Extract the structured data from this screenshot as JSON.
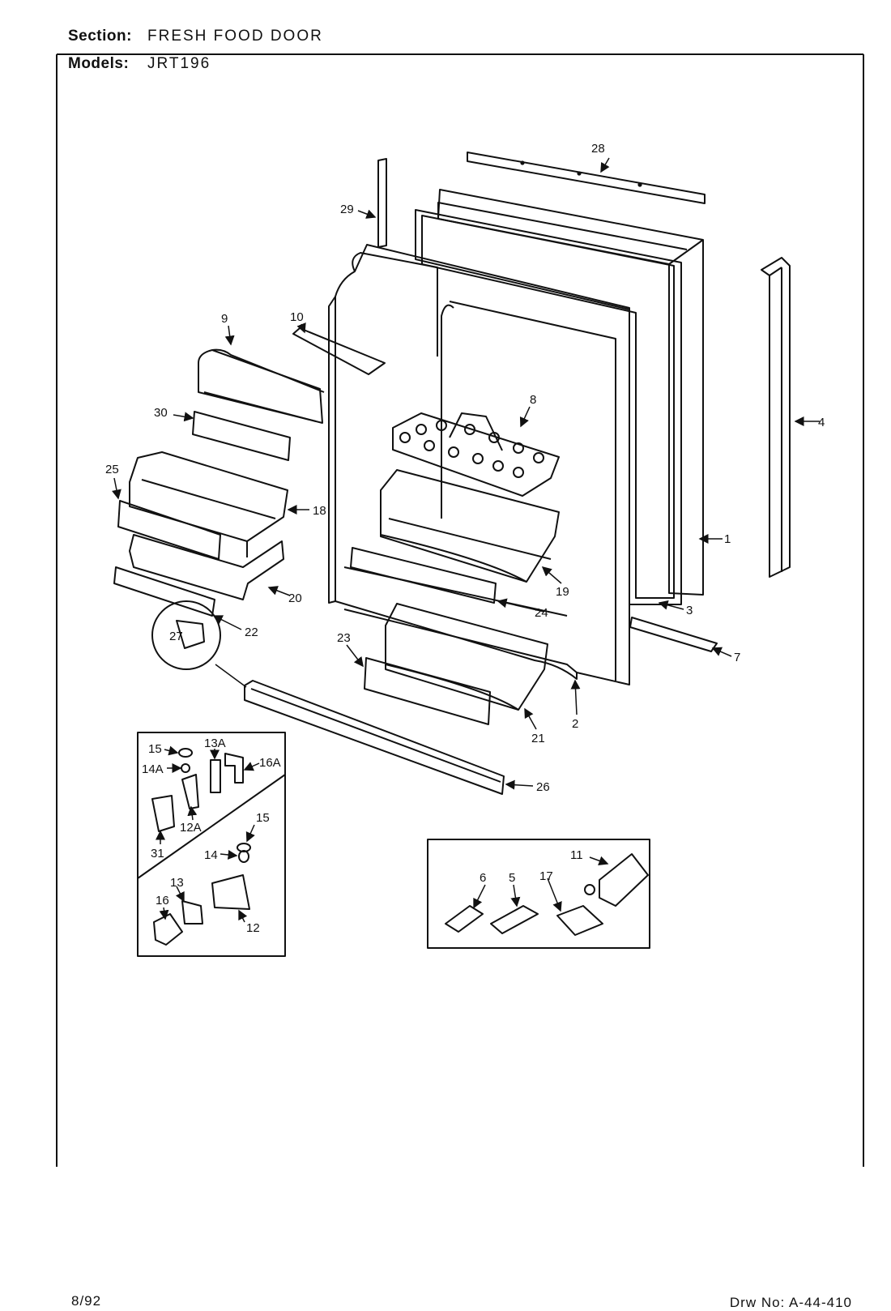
{
  "header": {
    "section_label": "Section:",
    "section_value": "FRESH FOOD DOOR",
    "models_label": "Models:",
    "models_value": "JRT196"
  },
  "footer": {
    "date": "8/92",
    "drawing_number": "Drw No: A-44-410"
  },
  "part_labels": [
    "1",
    "2",
    "3",
    "4",
    "5",
    "6",
    "7",
    "8",
    "9",
    "10",
    "11",
    "12",
    "12A",
    "13",
    "13A",
    "14",
    "14A",
    "15",
    "15",
    "16",
    "16A",
    "17",
    "18",
    "19",
    "20",
    "21",
    "22",
    "23",
    "24",
    "25",
    "26",
    "27",
    "28",
    "29",
    "30",
    "31"
  ]
}
